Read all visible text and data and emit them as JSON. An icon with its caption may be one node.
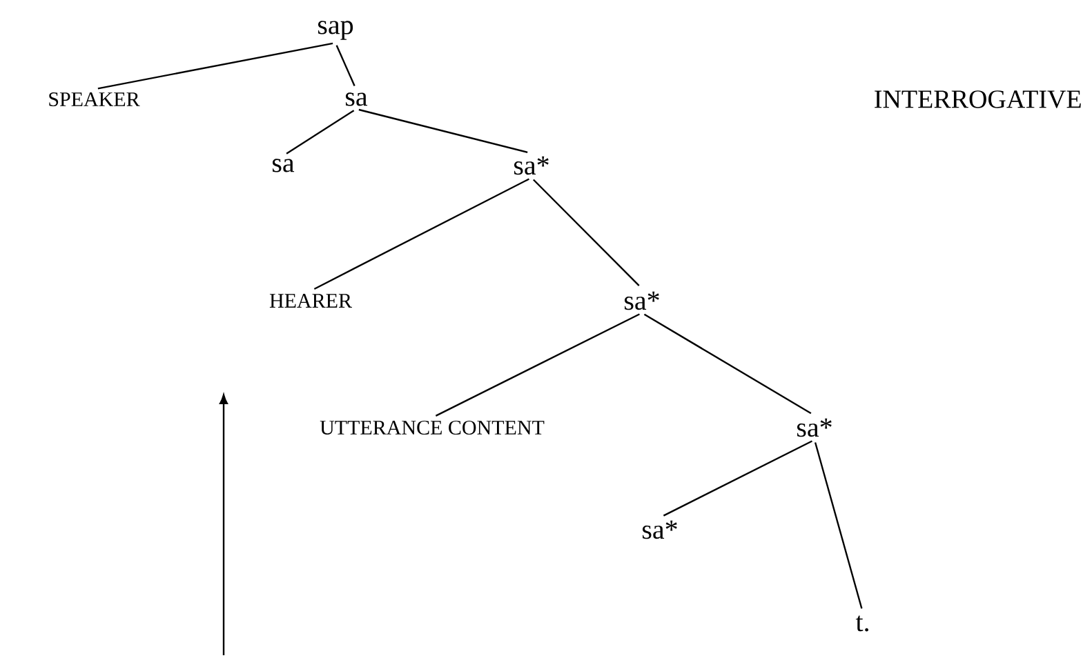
{
  "diagram": {
    "nodes": [
      {
        "text": [
          "sap"
        ]
      },
      {
        "text": [
          "SPEAKER"
        ]
      },
      {
        "text": [
          "sa"
        ]
      },
      {
        "text": [
          "sa"
        ]
      },
      {
        "text": [
          "sa*"
        ]
      },
      {
        "text": [
          "HEARER"
        ]
      },
      {
        "text": [
          "sa*"
        ]
      },
      {
        "text": [
          "UTTERANCE CONTENT"
        ]
      },
      {
        "text": [
          "sa*"
        ]
      },
      {
        "text": [
          "sa*"
        ]
      },
      {
        "text": [
          "t."
        ]
      }
    ],
    "edges": [
      {
        "from": 0,
        "to": 1,
        "arrow": "none"
      },
      {
        "from": 0,
        "to": 2,
        "arrow": "none"
      },
      {
        "from": 2,
        "to": 3,
        "arrow": "none"
      },
      {
        "from": 2,
        "to": 4,
        "arrow": "none"
      },
      {
        "from": 4,
        "to": 5,
        "arrow": "none"
      },
      {
        "from": 4,
        "to": 6,
        "arrow": "none"
      },
      {
        "from": 6,
        "to": 7,
        "arrow": "none"
      },
      {
        "from": 6,
        "to": 8,
        "arrow": "none"
      },
      {
        "from": 8,
        "to": 9,
        "arrow": "none"
      },
      {
        "from": 8,
        "to": 10,
        "arrow": "none"
      }
    ],
    "labels": [
      "INTERROGATIVE"
    ]
  }
}
